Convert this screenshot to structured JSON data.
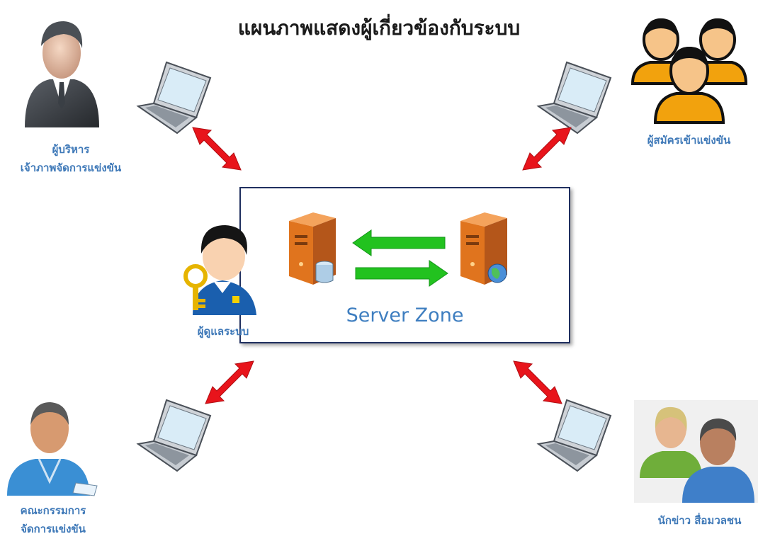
{
  "title": "แผนภาพแสดงผู้เกี่ยวข้องกับระบบ",
  "server_zone": {
    "label": "Server Zone"
  },
  "actors": {
    "executive": {
      "lines": [
        "ผู้บริหาร",
        "เจ้าภาพจัดการแข่งขัน"
      ],
      "icon": "businessman-icon"
    },
    "applicants": {
      "lines": [
        "ผู้สมัครเข้าแข่งขัน"
      ],
      "icon": "user-group-icon"
    },
    "admin": {
      "lines": [
        "ผู้ดูแลระบบ"
      ],
      "icon": "admin-key-icon"
    },
    "committee": {
      "lines": [
        "คณะกรรมการ",
        "จัดการแข่งขัน"
      ],
      "icon": "staff-badge-icon"
    },
    "press": {
      "lines": [
        "นักข่าว สื่อมวลชน"
      ],
      "icon": "people-icon"
    }
  },
  "colors": {
    "label": "#3f79b8",
    "server_border": "#1f2f5f",
    "red_arrow": "#e8141b",
    "green_arrow": "#22c21f",
    "server_orange": "#e0741e"
  }
}
